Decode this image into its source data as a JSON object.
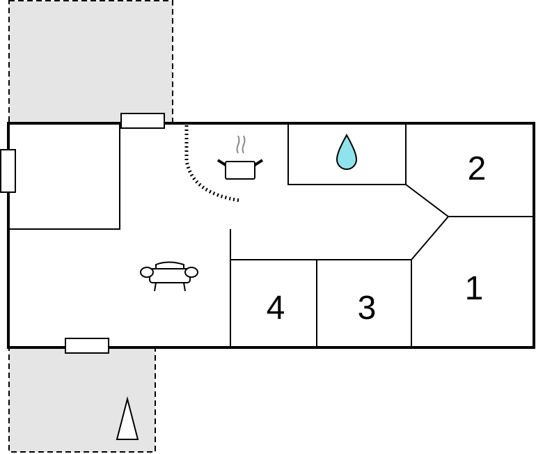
{
  "floorplan": {
    "rooms": [
      {
        "id": "room-1",
        "label": "1"
      },
      {
        "id": "room-2",
        "label": "2"
      },
      {
        "id": "room-3",
        "label": "3"
      },
      {
        "id": "room-4",
        "label": "4"
      }
    ],
    "icons": {
      "kitchen": "cooking-pot-icon",
      "bathroom": "water-drop-icon",
      "living": "sofa-icon",
      "compass": "north-arrow-icon"
    },
    "colors": {
      "wall": "#000000",
      "terrace": "#e5e5e5",
      "water": "#8fe3ec"
    }
  }
}
